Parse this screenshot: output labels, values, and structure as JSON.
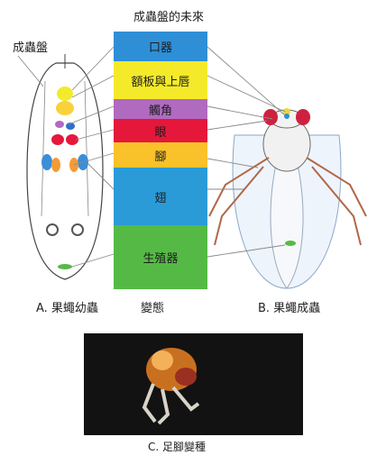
{
  "top_title": "成蟲盤的未來",
  "left_label": "成蟲盤",
  "segments": [
    {
      "label": "口器",
      "color": "#2f8fd6"
    },
    {
      "label": "額板與上唇",
      "color": "#f4ea2a"
    },
    {
      "label": "觸角",
      "color": "#b06ac0"
    },
    {
      "label": "眼",
      "color": "#e5173b"
    },
    {
      "label": "腳",
      "color": "#f9c12a"
    },
    {
      "label": "翅",
      "color": "#2b9bd8"
    },
    {
      "label": "生殖器",
      "color": "#55ba45"
    }
  ],
  "caption_a": "A. 果蠅幼蟲",
  "caption_mid": "變態",
  "caption_b": "B. 果蠅成蟲",
  "caption_c": "C. 足腳變種"
}
